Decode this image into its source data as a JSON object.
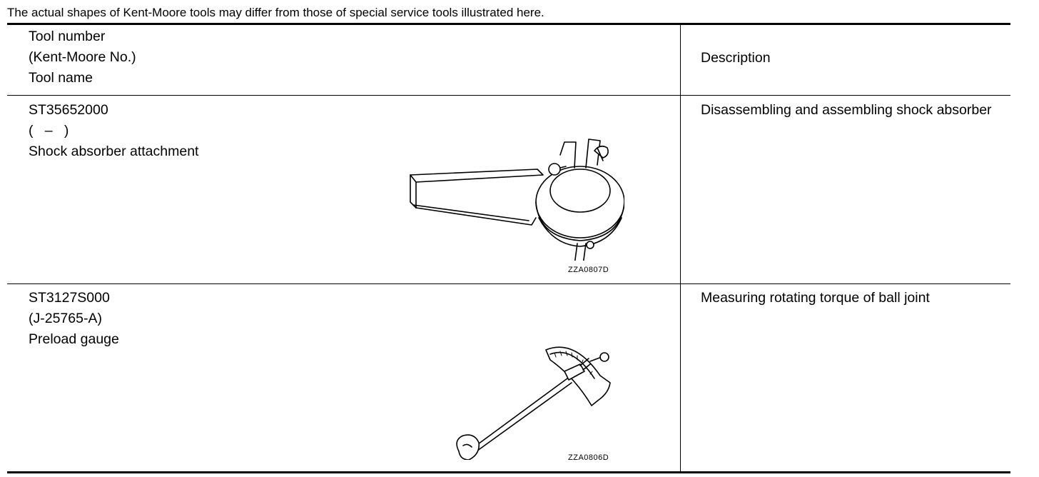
{
  "note": "The actual shapes of Kent-Moore tools may differ from those of special service tools illustrated here.",
  "header": {
    "tool_lines": [
      "Tool number",
      "(Kent-Moore No.)",
      "Tool name"
    ],
    "description": "Description"
  },
  "rows": [
    {
      "tool_number": "ST35652000",
      "kent_moore": "(   –   )",
      "tool_name": "Shock absorber attachment",
      "description": "Disassembling and assembling shock absorber",
      "figure_code": "ZZA0807D",
      "icon": "shock-absorber-attachment-illustration"
    },
    {
      "tool_number": "ST3127S000",
      "kent_moore": "(J-25765-A)",
      "tool_name": "Preload gauge",
      "description": "Measuring rotating torque of ball joint",
      "figure_code": "ZZA0806D",
      "icon": "preload-gauge-illustration"
    }
  ]
}
